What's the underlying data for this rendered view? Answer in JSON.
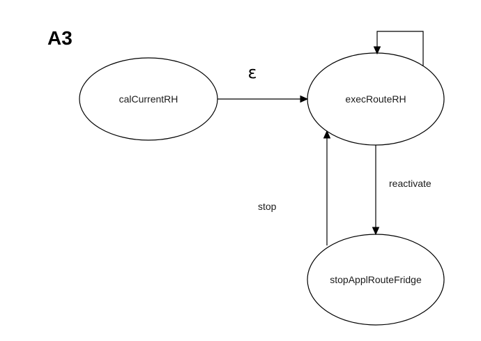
{
  "diagram": {
    "title": "A3",
    "states": {
      "calCurrentRH": "calCurrentRH",
      "execRouteRH": "execRouteRH",
      "stopApplRouteFridge": "stopApplRouteFridge"
    },
    "transitions": {
      "epsilon": "ε",
      "reactivate": "reactivate",
      "stop": "stop"
    }
  },
  "colors": {
    "stroke": "#000000",
    "fill": "#ffffff",
    "text": "#1a1a1a"
  }
}
